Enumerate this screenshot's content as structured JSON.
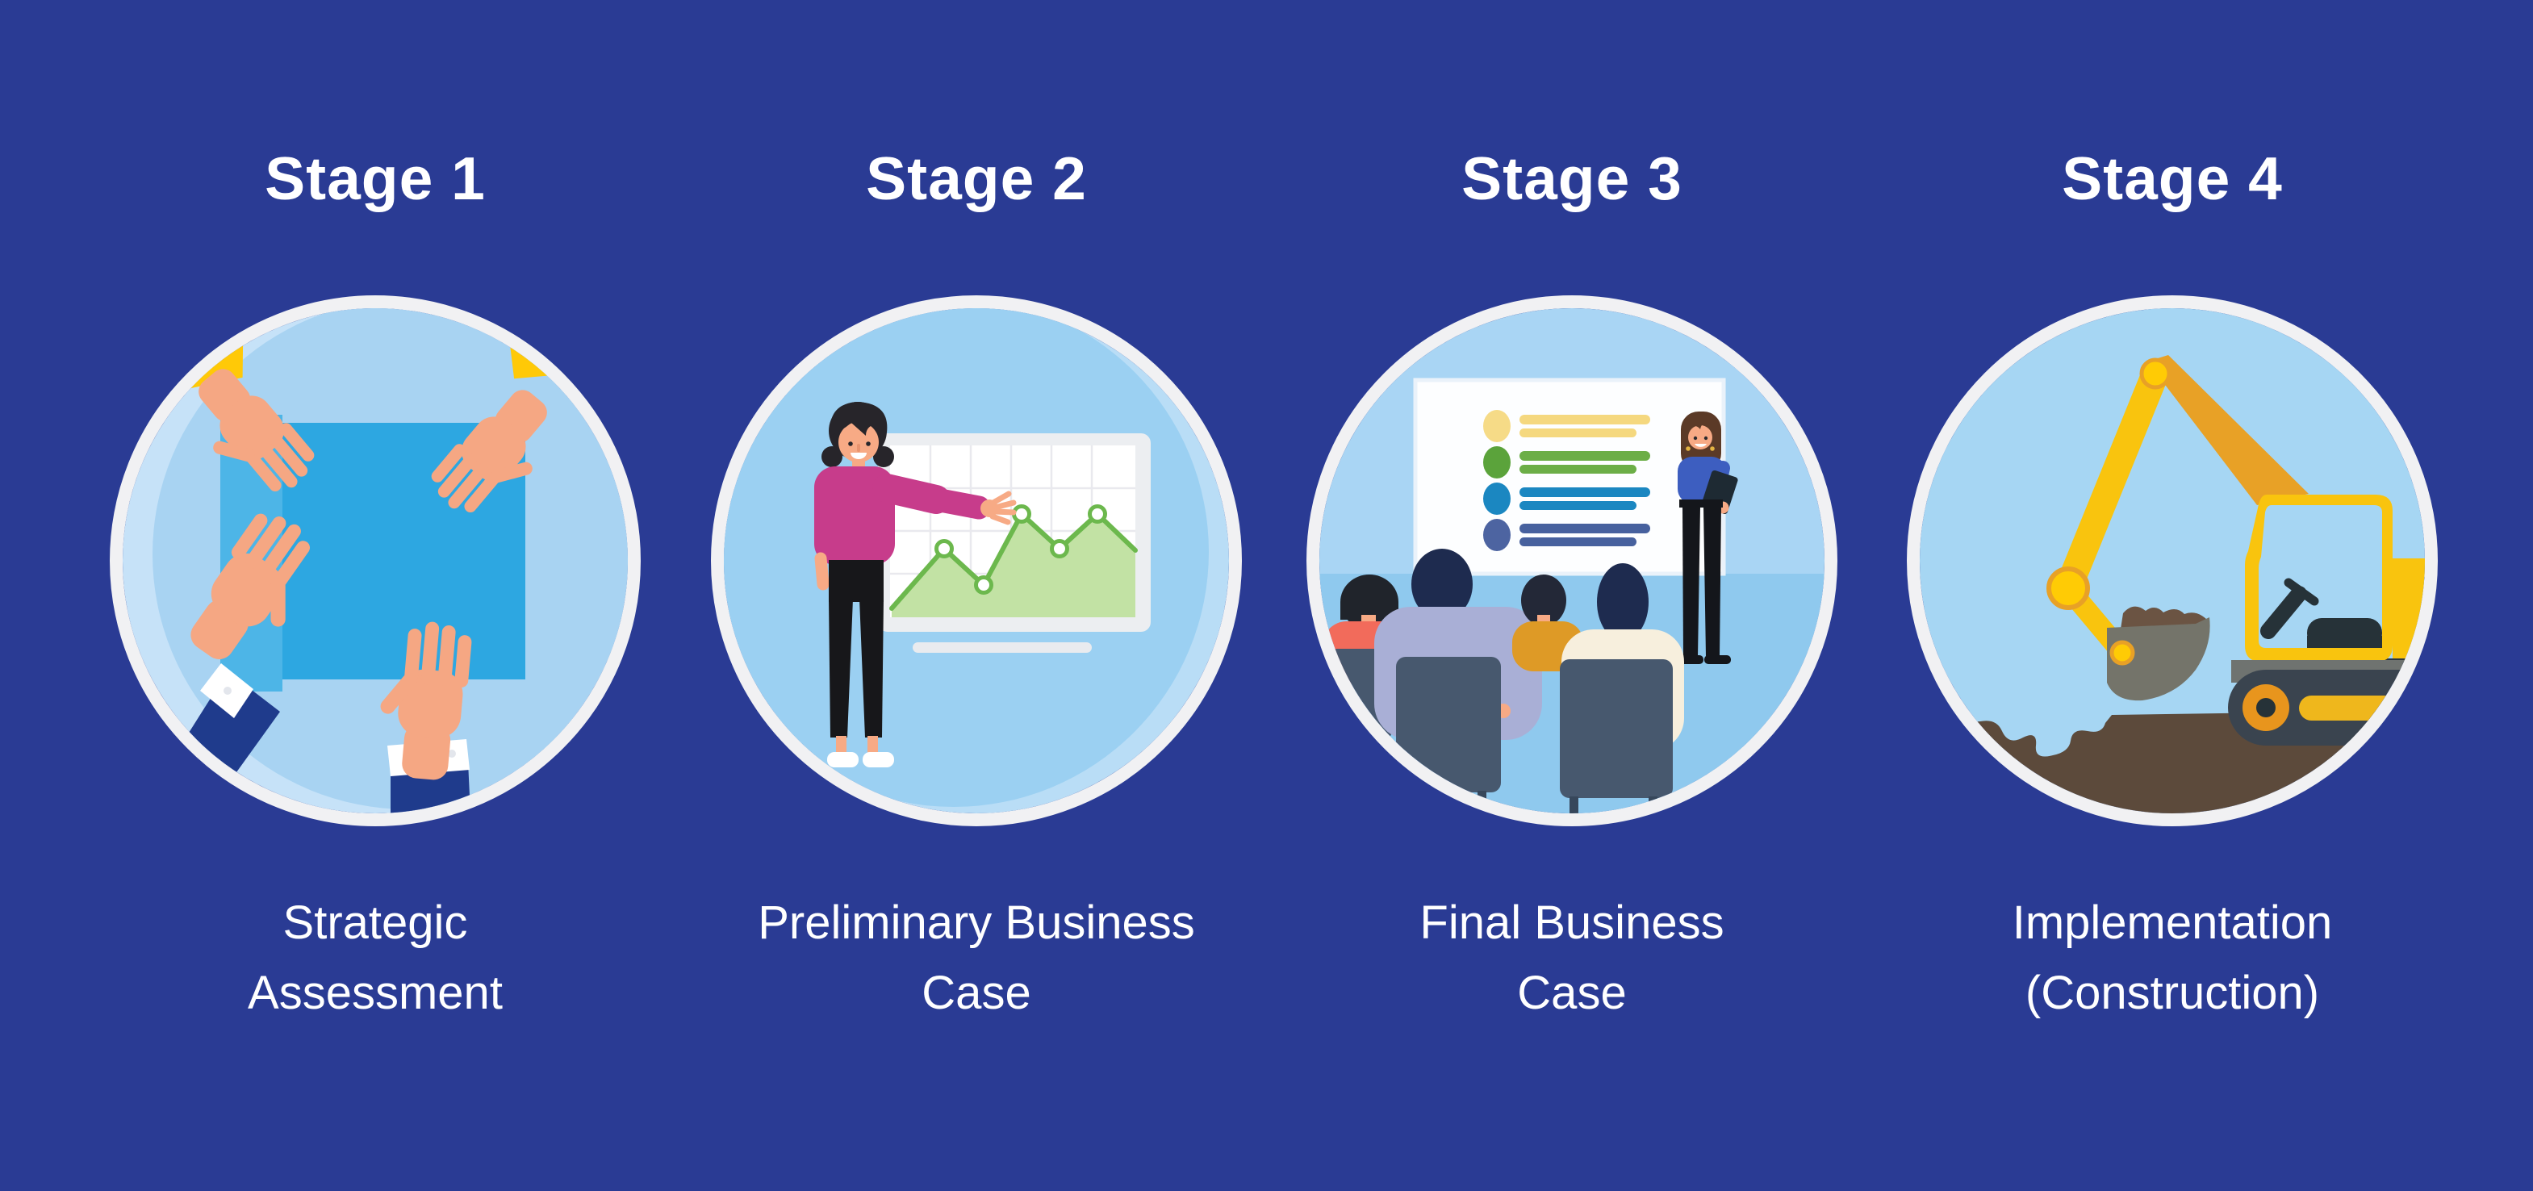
{
  "stages": [
    {
      "title": "Stage 1",
      "label": [
        "Strategic",
        "Assessment"
      ],
      "icon": "hands-on-plan-icon"
    },
    {
      "title": "Stage 2",
      "label": [
        "Preliminary Business",
        "Case"
      ],
      "icon": "presenter-line-chart-icon"
    },
    {
      "title": "Stage 3",
      "label": [
        "Final Business",
        "Case"
      ],
      "icon": "meeting-presentation-icon"
    },
    {
      "title": "Stage 4",
      "label": [
        "Implementation",
        "(Construction)"
      ],
      "icon": "excavator-icon"
    }
  ],
  "colors": {
    "background": "#2A3B94",
    "circle_ring": "#F1F1F3",
    "circle_fill": "#A8D3F2",
    "circle_fill_light": "#C6E2F8",
    "title_text": "#FFFFFF",
    "label_text": "#FFFFFF",
    "skin": "#F5A783",
    "yellow_sleeve": "#FFC907",
    "navy_sleeve": "#1F3B8C",
    "paper_blue": "#2DA7E1",
    "paper_blue_light": "#4DB5E7",
    "magenta_top": "#C73C8B",
    "chart_green_line": "#6CB84D",
    "chart_green_fill": "#C2E2A4",
    "board_white": "#FFFFFF",
    "bullet_yellow": "#F6DB87",
    "bullet_green": "#5BA33B",
    "bullet_blue": "#1B87C1",
    "bullet_navy": "#4D64A1",
    "presenter_blue_top": "#3D5EC0",
    "audience_coral": "#F26B5B",
    "audience_lavender": "#A9AFD6",
    "audience_mustard": "#DE9A26",
    "audience_cream": "#F7EFDD",
    "chair_slate": "#47586E",
    "excavator_yellow": "#F9C40E",
    "excavator_orange": "#E8A126",
    "track_dark": "#3A444F",
    "ground_brown": "#5C4A3B"
  }
}
